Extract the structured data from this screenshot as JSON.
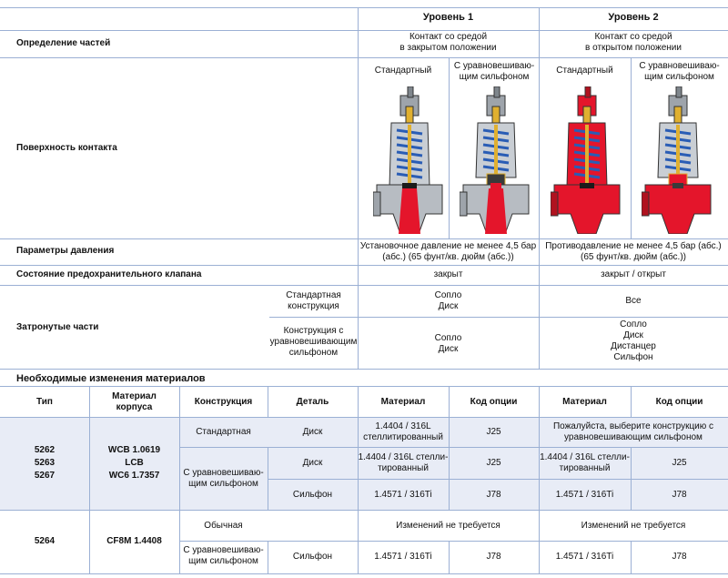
{
  "header": {
    "level1": "Уровень 1",
    "level2": "Уровень 2"
  },
  "rows": {
    "definition": {
      "label": "Определение частей",
      "level1": [
        "Контакт со средой",
        "в закрытом положении"
      ],
      "level2": [
        "Контакт со средой",
        "в открытом положении"
      ]
    },
    "contact_surface": {
      "label": "Поверхность контакта",
      "col_standard": "Стандартный",
      "col_bellows": [
        "С уравновешиваю-",
        "щим сильфоном"
      ]
    },
    "pressure": {
      "label": "Параметры давления",
      "level1": [
        "Установочное давление не менее 4,5 бар",
        "(абс.) (65 фунт/кв. дюйм (абс.))"
      ],
      "level2": [
        "Противодавление не менее 4,5 бар (абс.)",
        "(65 фунт/кв. дюйм (абс.))"
      ]
    },
    "state": {
      "label": "Состояние предохранительного клапана",
      "level1": "закрыт",
      "level2": "закрыт / открыт"
    },
    "affected": {
      "label": "Затронутые части",
      "standard_label": [
        "Стандартная",
        "конструкция"
      ],
      "standard_l1": [
        "Сопло",
        "Диск"
      ],
      "standard_l2": [
        "Все"
      ],
      "bellows_label": [
        "Конструкция с",
        "уравновешивающим",
        "сильфоном"
      ],
      "bellows_l1": [
        "Сопло",
        "Диск"
      ],
      "bellows_l2": [
        "Сопло",
        "Диск",
        "Дистанцер",
        "Сильфон"
      ]
    }
  },
  "materials": {
    "title": "Необходимые изменения материалов",
    "headers": {
      "type": "Тип",
      "body_material": [
        "Материал",
        "корпуса"
      ],
      "construction": "Конструкция",
      "part": "Деталь",
      "material": "Материал",
      "option_code": "Код опции"
    },
    "group1": {
      "types": [
        "5262",
        "5263",
        "5267"
      ],
      "body": [
        "WCB 1.0619",
        "LCB",
        "WC6 1.7357"
      ],
      "standard": "Стандартная",
      "bellows": [
        "С уравновешиваю-",
        "щим сильфоном"
      ],
      "disc": "Диск",
      "bellow_part": "Сильфон",
      "r1_mat": [
        "1.4404 / 316L",
        "стеллитированный"
      ],
      "r1_code": "J25",
      "r1_l2": [
        "Пожалуйста, выберите конструкцию с",
        "уравновешивающим сильфоном"
      ],
      "r2_mat": [
        "1.4404 / 316L стелли-",
        "тированный"
      ],
      "r2_code": "J25",
      "r2_mat2": [
        "1.4404 / 316L стелли-",
        "тированный"
      ],
      "r2_code2": "J25",
      "r3_mat": "1.4571 / 316Ti",
      "r3_code": "J78",
      "r3_mat2": "1.4571 / 316Ti",
      "r3_code2": "J78"
    },
    "group2": {
      "type": "5264",
      "body": "CF8M 1.4408",
      "normal": "Обычная",
      "bellows": [
        "С уравновешиваю-",
        "щим сильфоном"
      ],
      "no_change": "Изменений не требуется",
      "no_change2": "Изменений не требуется",
      "part": "Сильфон",
      "mat": "1.4571 / 316Ti",
      "code": "J78",
      "mat2": "1.4571 / 316Ti",
      "code2": "J78"
    }
  }
}
